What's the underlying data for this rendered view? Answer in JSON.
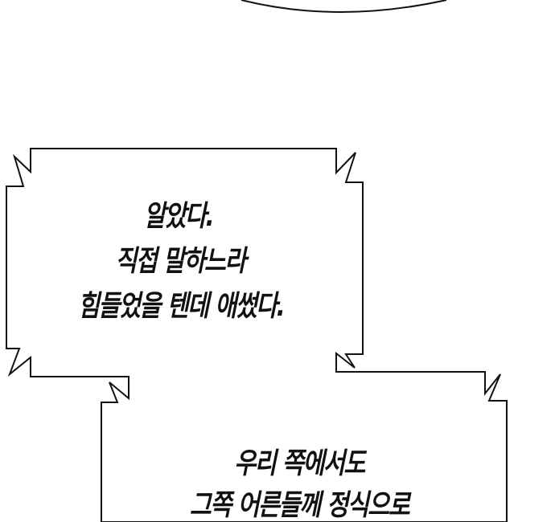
{
  "bubble_1": {
    "lines": [
      "알았다.",
      "직접 말하느라",
      "힘들었을 텐데 애썼다."
    ]
  },
  "bubble_2": {
    "lines": [
      "우리 쪽에서도",
      "그쪽 어른들께 정식으로"
    ]
  },
  "colors": {
    "background": "#ffffff",
    "ink": "#111111"
  }
}
